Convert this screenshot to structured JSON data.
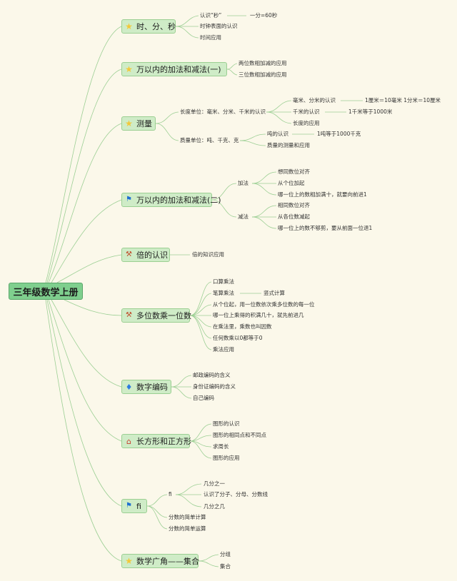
{
  "root": "三年级数学上册",
  "icons": {
    "t1": "star-icon",
    "t2": "star-icon",
    "t3": "star-icon",
    "t4": "flag-icon",
    "t5": "hammer-icon",
    "t6": "hammer-icon",
    "t7": "drop-icon",
    "t8": "house-icon",
    "t9": "flag-icon",
    "t10": "star-icon"
  },
  "t1": {
    "title": "时、分、秒",
    "a": "认识“秒”",
    "a1": "一分=60秒",
    "b": "时钟表面的认识",
    "c": "时间应用"
  },
  "t2": {
    "title": "万以内的加法和减法(一)",
    "a": "两位数相加减的应用",
    "b": "三位数相加减的应用"
  },
  "t3": {
    "title": "测量",
    "len": "长度单位：毫米、分米、千米的认识",
    "len_a": "毫米、分米的认识",
    "len_a1": "1厘米＝10毫米 1分米＝10厘米",
    "len_b": "千米的认识",
    "len_b1": "1千米等于1000米",
    "len_c": "长度的应用",
    "mass": "质量单位：吨、千克、克",
    "mass_a": "吨的认识",
    "mass_a1": "1吨等于1000千克",
    "mass_b": "质量的测量和应用"
  },
  "t4": {
    "title": "万以内的加法和减法(二)",
    "add": "加法",
    "add_a": "想同数位对齐",
    "add_b": "从个位加起",
    "add_c": "哪一位上的数相加满十，就要向前进1",
    "sub": "减法",
    "sub_a": "相同数位对齐",
    "sub_b": "从各位数减起",
    "sub_c": "哪一位上的数不够剪，要从前面一位退1"
  },
  "t5": {
    "title": "倍的认识",
    "a": "倍的知识应用"
  },
  "t6": {
    "title": "多位数乘一位数",
    "a": "口算乘法",
    "b": "笔算乘法",
    "b1": "竖式计算",
    "c": "从个位起，用一位数依次乘多位数的每一位",
    "d": "哪一位上乘得的积满几十，就先前进几",
    "e": "在乘法里，乘数也叫因数",
    "f": "任何数乘以0都等于0",
    "g": "乘法应用"
  },
  "t7": {
    "title": "数字编码",
    "a": "邮政编码的含义",
    "b": "身份证编码的含义",
    "c": "自己编码"
  },
  "t8": {
    "title": "长方形和正方形",
    "a": "图形的认识",
    "b": "图形的相同点和不同点",
    "c": "求周长",
    "d": "图形的应用"
  },
  "t9": {
    "title": "fi",
    "fi": "fi",
    "fi_a": "几分之一",
    "fi_b": "认识了分子、分母、分数线",
    "fi_c": "几分之几",
    "a": "分数的简单计算",
    "b": "分数的简单运算"
  },
  "t10": {
    "title": "数学广角——集合",
    "a": "分组",
    "b": "集合"
  }
}
